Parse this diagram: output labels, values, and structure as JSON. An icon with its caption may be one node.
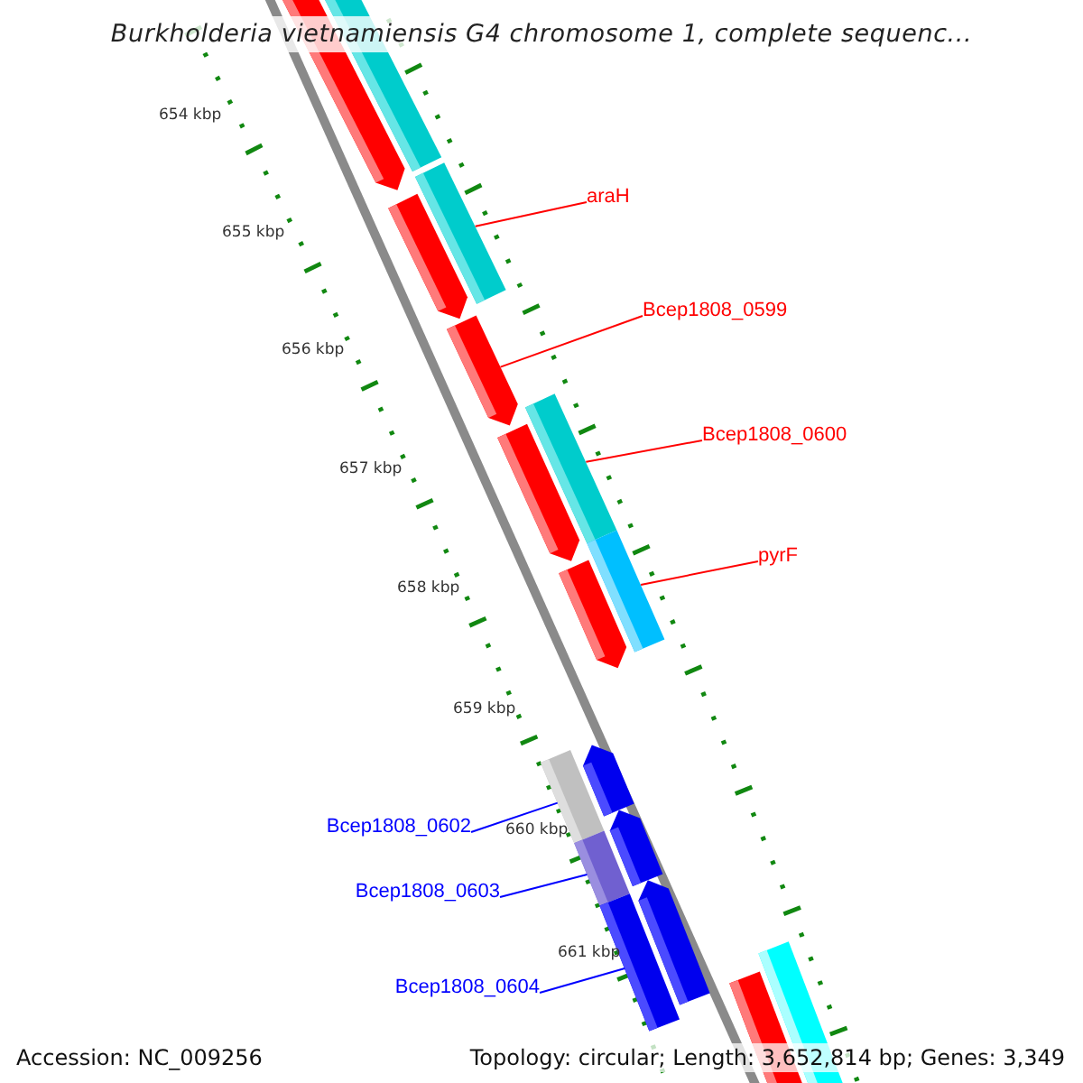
{
  "diagram": {
    "title": "Burkholderia vietnamiensis G4 chromosome 1, complete sequenc...",
    "nodes": [
      {
        "text": [
          "araH"
        ]
      },
      {
        "text": [
          "Bcep1808_0599"
        ]
      },
      {
        "text": [
          "Bcep1808_0600"
        ]
      },
      {
        "text": [
          "pyrF"
        ]
      },
      {
        "text": [
          "Bcep1808_0602"
        ]
      },
      {
        "text": [
          "Bcep1808_0603"
        ]
      },
      {
        "text": [
          "Bcep1808_0604"
        ]
      },
      {
        "text": [],
        "shape": "bar"
      },
      {
        "text": [],
        "shape": "bar"
      },
      {
        "text": [],
        "shape": "bar"
      },
      {
        "text": [],
        "shape": "bar"
      },
      {
        "text": [],
        "shape": "bar"
      },
      {
        "text": [],
        "shape": "bar"
      },
      {
        "text": [],
        "shape": "bar"
      }
    ],
    "edges": [
      {
        "from": 0,
        "to": 7,
        "arrow": "none"
      },
      {
        "from": 1,
        "to": 8,
        "arrow": "none"
      },
      {
        "from": 2,
        "to": 9,
        "arrow": "none"
      },
      {
        "from": 3,
        "to": 10,
        "arrow": "none"
      },
      {
        "from": 4,
        "to": 11,
        "arrow": "none",
        "color": "#0000ff"
      },
      {
        "from": 5,
        "to": 12,
        "arrow": "none",
        "color": "#0000ff"
      },
      {
        "from": 6,
        "to": 13,
        "arrow": "none",
        "color": "#0000ff"
      }
    ],
    "labels": [
      "654 kbp",
      "655 kbp",
      "656 kbp",
      "657 kbp",
      "658 kbp",
      "659 kbp",
      "660 kbp",
      "661 kbp",
      "Accession: NC_009256",
      "Topology: circular; Length: 3,652,814 bp; Genes: 3,349"
    ]
  }
}
